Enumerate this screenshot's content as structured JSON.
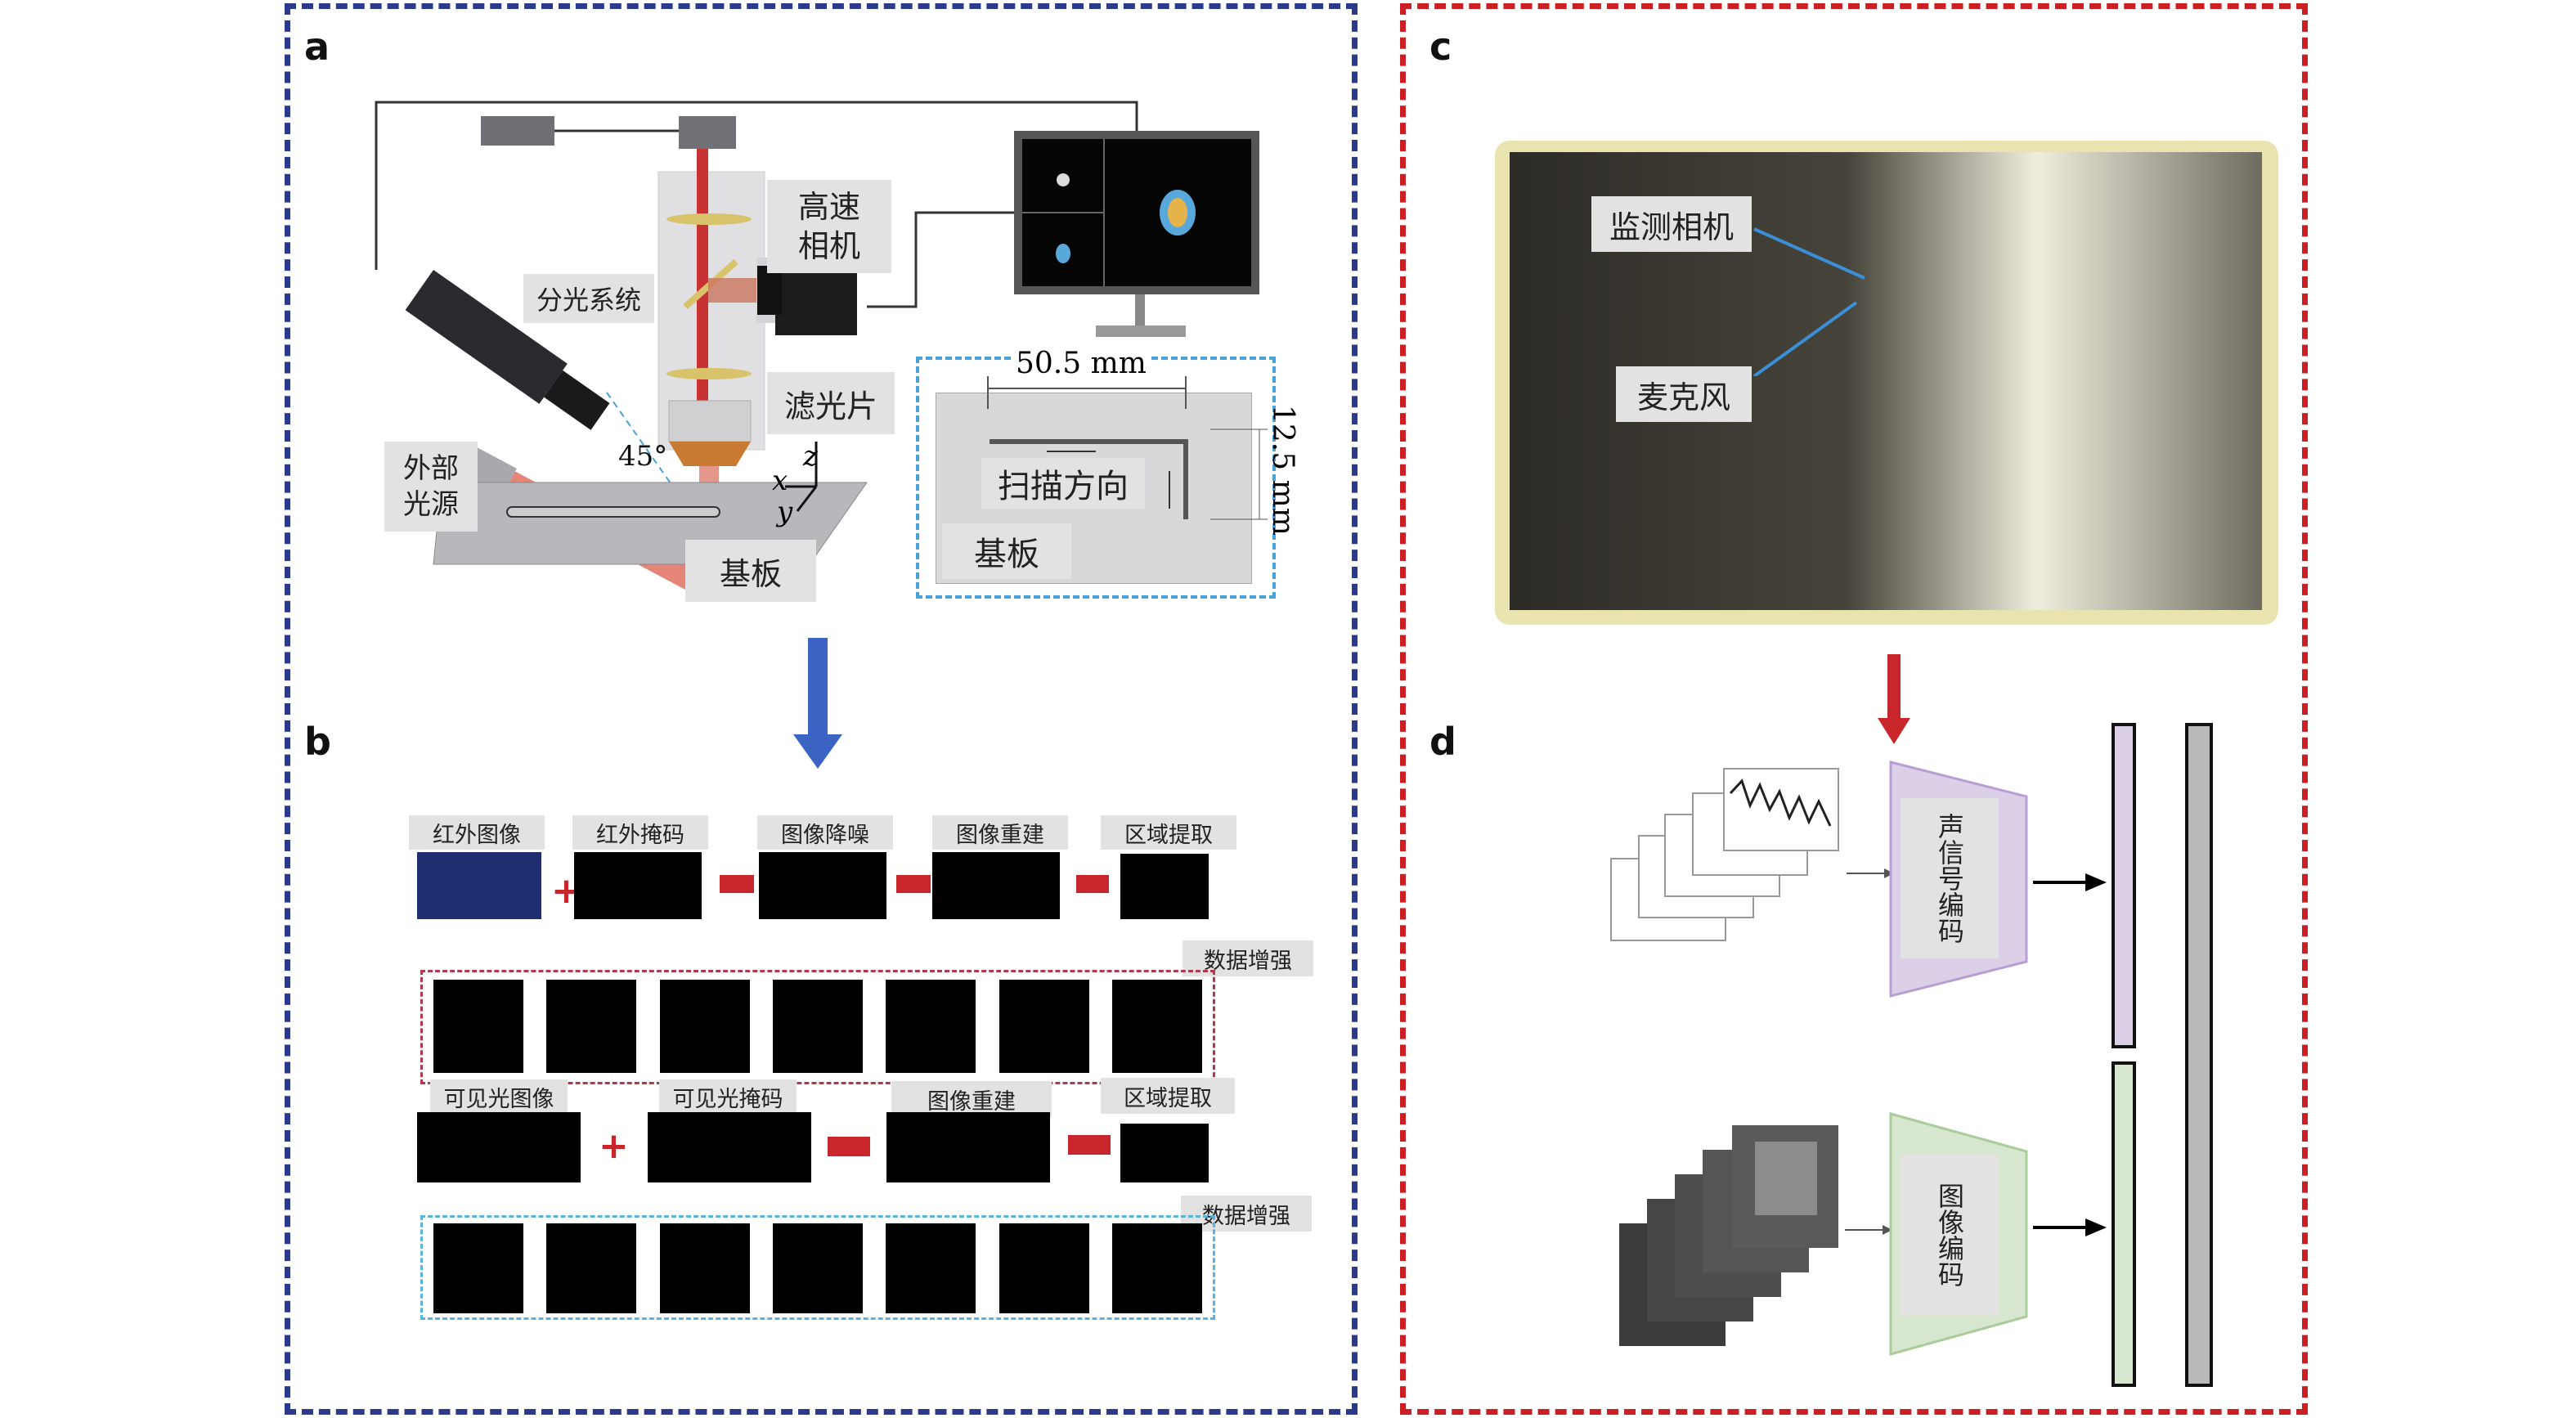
{
  "panels": {
    "a": {
      "letter": "a",
      "labels": {
        "high_speed_camera": "高速\n相机",
        "high_speed_camera_l1": "高速",
        "high_speed_camera_l2": "相机",
        "beam_splitter": "分光系统",
        "filter": "滤光片",
        "external_light_l1": "外部",
        "external_light_l2": "光源",
        "angle": "45°",
        "substrate": "基板",
        "axis_x": "x",
        "axis_y": "y",
        "axis_z": "z"
      },
      "inset": {
        "width_dim": "50.5 mm",
        "height_dim": "12.5 mm",
        "scan_direction": "扫描方向",
        "substrate": "基板"
      }
    },
    "b": {
      "letter": "b",
      "ir_row": [
        "红外图像",
        "红外掩码",
        "图像降噪",
        "图像重建",
        "区域提取"
      ],
      "ir_augment": "数据增强",
      "vis_row": [
        "可见光图像",
        "可见光掩码",
        "图像重建",
        "区域提取"
      ],
      "vis_augment": "数据增强",
      "augmented_count": 7
    },
    "c": {
      "letter": "c",
      "labels": {
        "monitor_camera": "监测相机",
        "microphone": "麦克风"
      }
    },
    "d": {
      "letter": "d",
      "acoustic_encoder": "声信号编码",
      "image_encoder": "图像编码"
    }
  },
  "colors": {
    "left_border": "#2c3a8c",
    "right_border": "#cc1f24",
    "blue_arrow": "#3b63c4",
    "red_arrow": "#c8262b",
    "acoustic_encoder_fill": "#dccfe8",
    "image_encoder_fill": "#d6e6cf",
    "fused_vector": "#b9b9b9"
  }
}
